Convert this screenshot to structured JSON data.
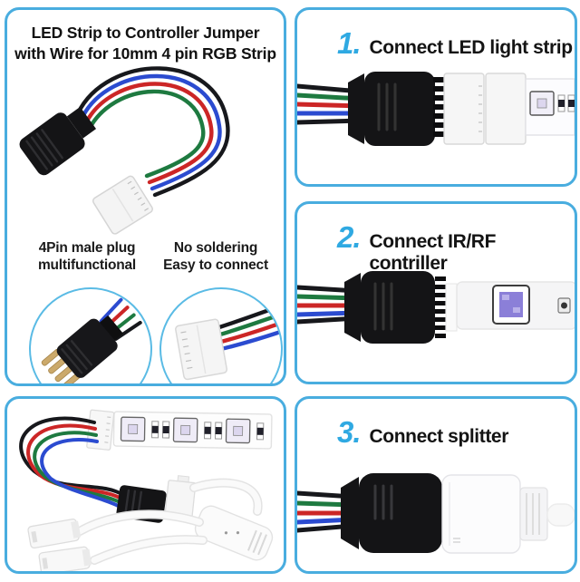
{
  "intro": {
    "title_line1": "LED Strip to Controller Jumper",
    "title_line2": "with Wire for 10mm 4 pin RGB Strip",
    "features": [
      {
        "line1": "4Pin male plug",
        "line2": "multifunctional"
      },
      {
        "line1": "No soldering",
        "line2": "Easy to connect"
      }
    ]
  },
  "steps": [
    {
      "number": "1.",
      "label": "Connect LED light strip"
    },
    {
      "number": "2.",
      "label": "Connect IR/RF contriller"
    },
    {
      "number": "3.",
      "label": "Connect splitter"
    }
  ],
  "colors": {
    "panel_border": "#49ADDF",
    "circle_border": "#5ABBE5",
    "step_number": "#2FA9E2",
    "heading_text": "#141414",
    "wire_black": "#17181C",
    "wire_red": "#CC2626",
    "wire_green": "#1E7A40",
    "wire_blue": "#2B4BD0",
    "pin_gold": "#CBA96B",
    "led_chip_purple": "#8B7FD8"
  }
}
